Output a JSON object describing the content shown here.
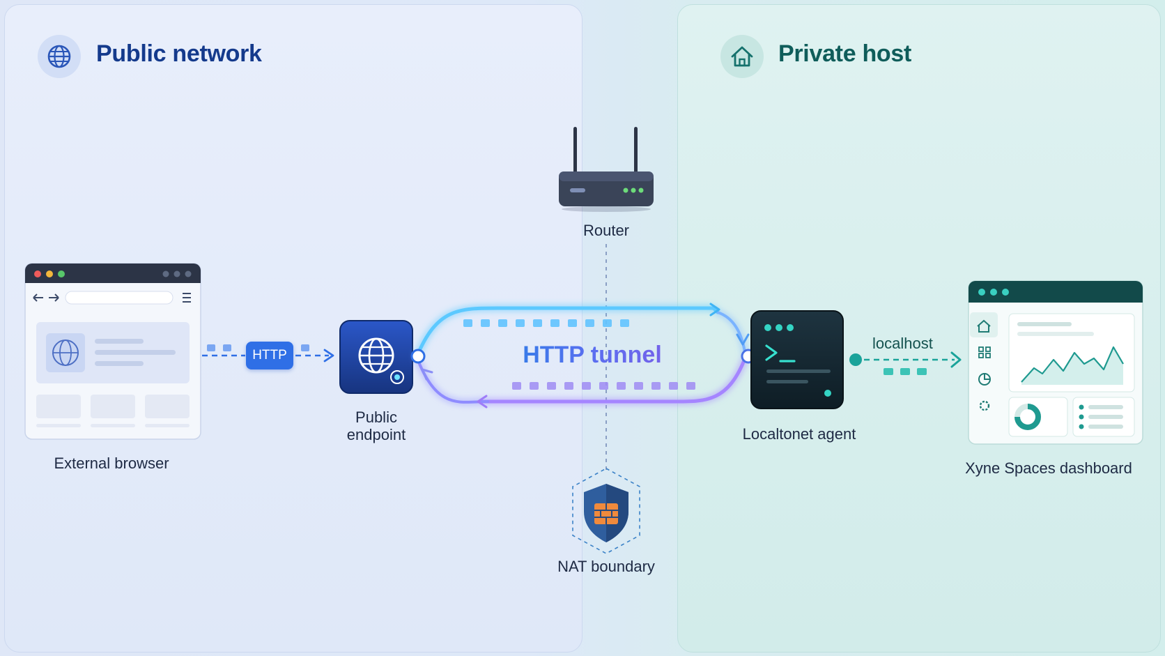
{
  "panels": {
    "public": {
      "title": "Public network",
      "icon": "globe-icon"
    },
    "private": {
      "title": "Private host",
      "icon": "house-icon"
    }
  },
  "nodes": {
    "router": {
      "label": "Router",
      "icon": "router-icon"
    },
    "nat": {
      "label": "NAT boundary",
      "icon": "shield-firewall-icon"
    },
    "browser": {
      "label": "External browser",
      "icon": "browser-window-icon"
    },
    "endpoint": {
      "label": "Public\nendpoint",
      "icon": "globe-icon"
    },
    "agent": {
      "label": "Localtonet agent",
      "icon": "terminal-icon"
    },
    "dashboard": {
      "label": "Xyne Spaces dashboard",
      "icon": "dashboard-window-icon"
    }
  },
  "edges": {
    "http": {
      "label": "HTTP"
    },
    "tunnel": {
      "label": "HTTP tunnel"
    },
    "localhost": {
      "label": "localhost"
    }
  },
  "colors": {
    "public_accent": "#143a8c",
    "private_accent": "#0f5d5a",
    "http_chip": "#2f6fe6",
    "teal": "#1aa39a",
    "tunnel_top": "#4fc3ff",
    "tunnel_bottom": "#9b7bff"
  }
}
